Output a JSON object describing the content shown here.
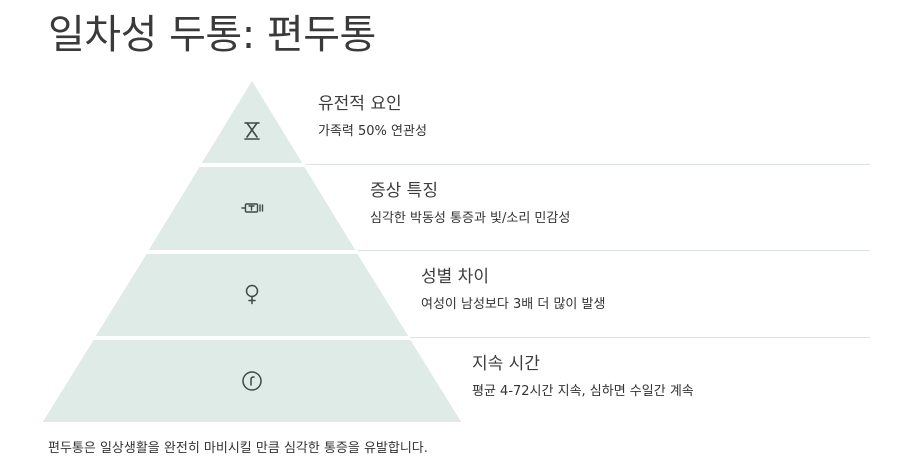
{
  "title": "일차성 두통: 편두통",
  "colors": {
    "tier_fill": "#deebe7",
    "tier_stroke": "#ffffff",
    "icon_stroke": "#3f4a47",
    "divider": "#dde3e1"
  },
  "tiers": [
    {
      "heading": "유전적 요인",
      "description": "가족력 50% 연관성",
      "icon": "hourglass-icon"
    },
    {
      "heading": "증상 특징",
      "description": "심각한 박동성 통증과 빛/소리 민감성",
      "icon": "battery-icon"
    },
    {
      "heading": "성별 차이",
      "description": "여성이 남성보다 3배 더 많이 발생",
      "icon": "female-symbol-icon"
    },
    {
      "heading": "지속 시간",
      "description": "평균 4-72시간 지속, 심하면 수일간 계속",
      "icon": "clock-icon"
    }
  ],
  "footnote": "편두통은 일상생활을 완전히 마비시킬 만큼 심각한 통증을 유발합니다."
}
